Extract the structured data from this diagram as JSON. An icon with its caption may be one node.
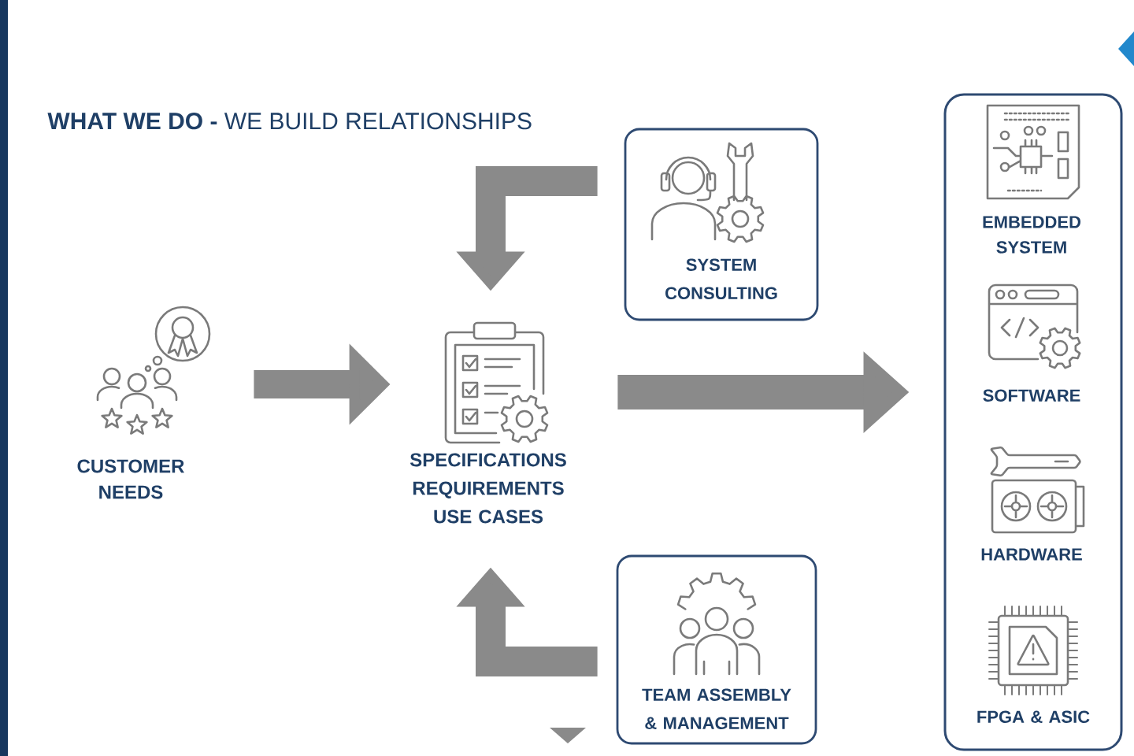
{
  "diagram": {
    "title": "**WHAT WE DO -** WE BUILD RELATIONSHIPS",
    "nodes": [
      {
        "text": [
          "CUSTOMER NEEDS"
        ]
      },
      {
        "text": [
          "SPECIFICATIONS REQUIREMENTS USE CASES"
        ]
      },
      {
        "text": [
          "SYSTEM CONSULTING"
        ]
      },
      {
        "text": [
          "TEAM ASSEMBLY & MANAGEMENT"
        ]
      },
      {
        "text": [],
        "shape": "box"
      },
      {
        "text": [
          "EMBEDDED SYSTEM"
        ],
        "in": 4
      },
      {
        "text": [
          "SOFTWARE"
        ],
        "in": 4
      },
      {
        "text": [
          "HARDWARE"
        ],
        "in": 4
      },
      {
        "text": [
          "FPGA & ASIC"
        ],
        "in": 4
      }
    ],
    "edges": [
      {
        "from": 0,
        "to": 1,
        "arrow": "to"
      },
      {
        "from": 2,
        "to": 1,
        "arrow": "to"
      },
      {
        "from": 1,
        "to": 4,
        "arrow": "to"
      },
      {
        "from": 3,
        "to": 1,
        "arrow": "to"
      }
    ]
  }
}
